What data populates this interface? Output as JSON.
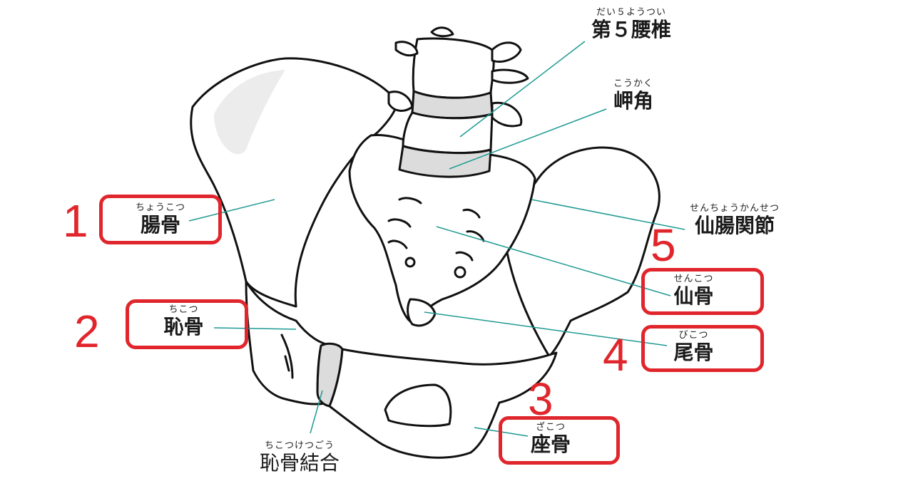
{
  "labels": {
    "l5": {
      "ruby": "だい５ようつい",
      "term": "第５腰椎"
    },
    "promo": {
      "ruby": "こうかく",
      "term": "岬角"
    },
    "ilium": {
      "ruby": "ちょうこつ",
      "term": "腸骨"
    },
    "si": {
      "ruby": "せんちょうかんせつ",
      "term": "仙腸関節"
    },
    "sacrum": {
      "ruby": "せんこつ",
      "term": "仙骨"
    },
    "pubis": {
      "ruby": "ちこつ",
      "term": "恥骨"
    },
    "coccyx": {
      "ruby": "びこつ",
      "term": "尾骨"
    },
    "ischium": {
      "ruby": "ざこつ",
      "term": "座骨"
    },
    "symph": {
      "ruby": "ちこつけつごう",
      "term": "恥骨結合"
    }
  },
  "numbers": [
    "1",
    "2",
    "3",
    "4",
    "5"
  ],
  "colors": {
    "highlight": "#e0262c",
    "leader": "#1f9a93",
    "outline": "#111111",
    "shade": "#e6e6e6"
  }
}
